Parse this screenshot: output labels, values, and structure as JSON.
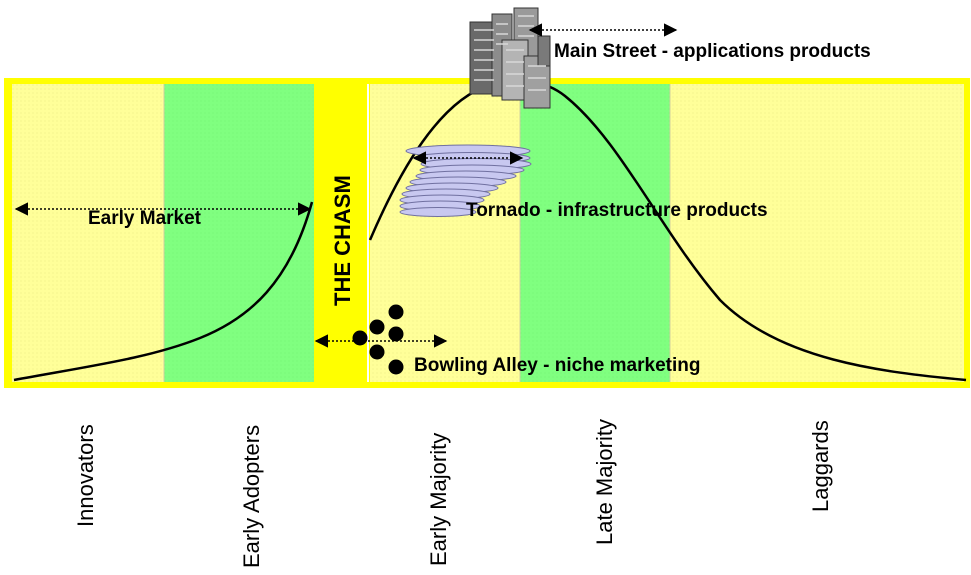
{
  "chasm_label": "THE CHASM",
  "labels": {
    "main_street": "Main Street - applications products",
    "tornado": "Tornado - infrastructure products",
    "early_market": "Early Market",
    "bowling_alley": "Bowling Alley - niche marketing"
  },
  "segments": [
    "Innovators",
    "Early Adopters",
    "Early Majority",
    "Late Majority",
    "Laggards"
  ],
  "colors": {
    "border": "#ffff00",
    "light_band": "#ffff99",
    "green_band": "#80ff80",
    "chasm": "#ffff00",
    "tornado_disc": "#c8c8f0",
    "curve": "#000000"
  },
  "icons": [
    "buildings-icon",
    "tornado-icon",
    "bowling-pins-icon"
  ]
}
